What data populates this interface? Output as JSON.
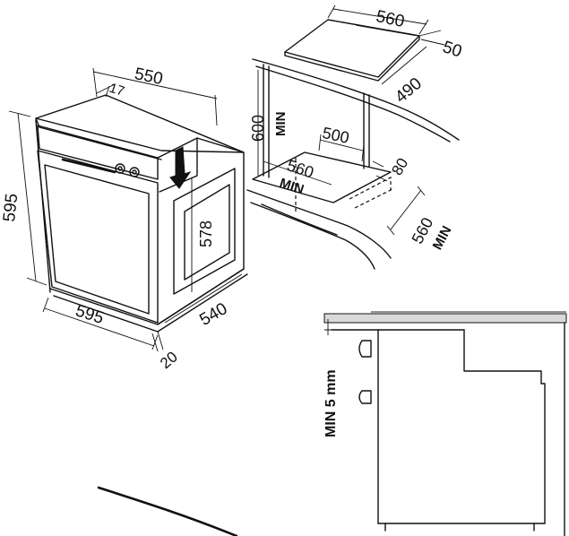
{
  "dimensions": {
    "hob_width": "560",
    "hob_depth": "490",
    "hob_edge": "50",
    "oven_depth": "550",
    "oven_front_offset": "17",
    "oven_height": "595",
    "oven_width": "595",
    "oven_side_depth": "540",
    "oven_bottom_offset": "20",
    "oven_inner_height": "578",
    "niche_height": "600",
    "niche_height_min": "MIN",
    "niche_depth": "500",
    "niche_width": "560",
    "niche_width_min": "MIN",
    "niche_gap": "80",
    "niche_side_depth": "560",
    "niche_side_min": "MIN"
  },
  "detail": {
    "gap_label": "MIN 5 mm"
  }
}
